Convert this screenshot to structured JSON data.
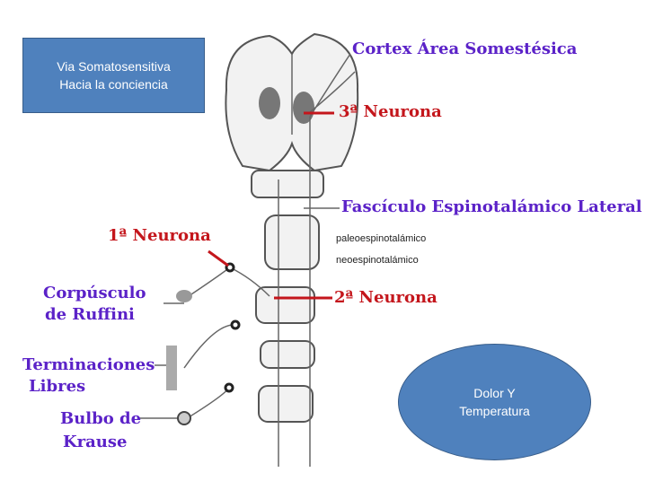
{
  "title_box": {
    "line1": "Via  Somatosensitiva",
    "line2": "Hacia la conciencia"
  },
  "ellipse": {
    "line1": "Dolor Y",
    "line2": "Temperatura"
  },
  "labels": {
    "cortex": "Cortex Área Somestésica",
    "neuron3": "3ª Neurona",
    "fasciculo": "Fascículo Espinotalámico Lateral",
    "paleo": "paleoespinotalámico",
    "neo": "neoespinotalámico",
    "neuron1": "1ª Neurona",
    "neuron2": "2ª Neurona",
    "ruffini1": "Corpúsculo",
    "ruffini2": "de Ruffini",
    "libres1": "Terminaciones",
    "libres2": "Libres",
    "krause1": "Bulbo de",
    "krause2": "Krause"
  },
  "colors": {
    "label_purple": "#5b22c8",
    "label_red": "#c4161c",
    "box_blue": "#4f81bd"
  }
}
